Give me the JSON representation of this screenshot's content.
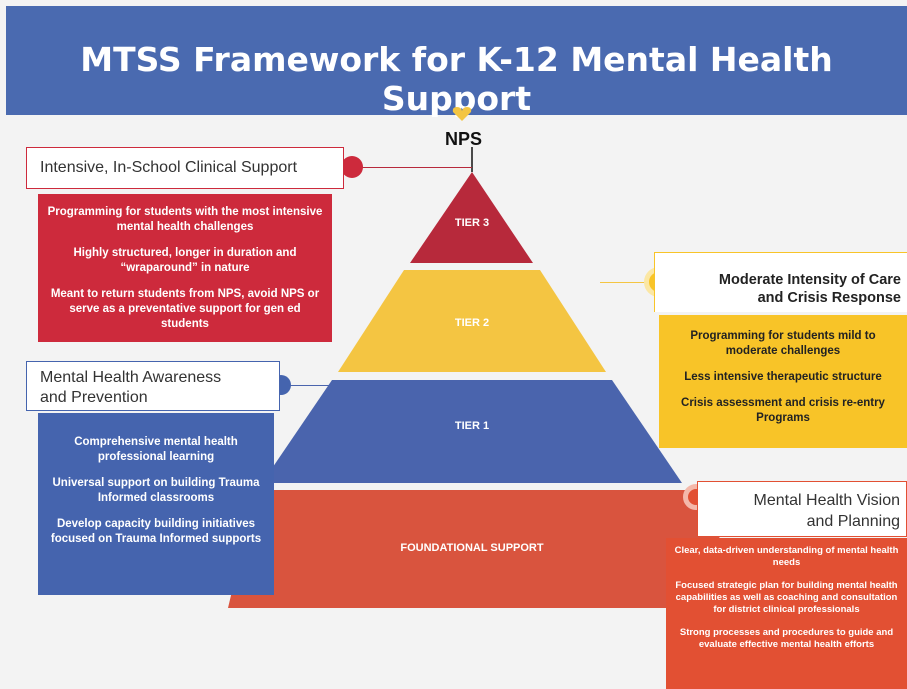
{
  "header": {
    "title": "MTSS Framework for K-12 Mental Health Support"
  },
  "apex": {
    "label": "NPS"
  },
  "tiers": [
    {
      "label": "TIER 3",
      "color": "#b7293b"
    },
    {
      "label": "TIER 2",
      "color": "#f4c542"
    },
    {
      "label": "TIER 1",
      "color": "#4a64ad"
    },
    {
      "label": "FOUNDATIONAL SUPPORT",
      "color": "#d9543e"
    }
  ],
  "tier3_callout": {
    "title": "Intensive, In-School Clinical Support",
    "color": "#cd2a3c",
    "items": [
      "Programming for students with the most intensive mental health challenges",
      "Highly structured, longer in duration and “wraparound” in nature",
      "Meant to return students from NPS, avoid NPS or serve as a preventative support for gen ed students"
    ]
  },
  "tier2_callout": {
    "title_line1": "Moderate Intensity of Care",
    "title_line2": "and Crisis Response",
    "color": "#f8c428",
    "items": [
      "Programming for students mild to moderate challenges",
      "Less intensive therapeutic structure",
      "Crisis assessment and crisis re-entry Programs"
    ]
  },
  "tier1_callout": {
    "title_line1": "Mental Health Awareness",
    "title_line2": "and Prevention",
    "color": "#4564ae",
    "items": [
      "Comprehensive mental health professional learning",
      "Universal support on building Trauma Informed classrooms",
      "Develop capacity building initiatives focused on Trauma Informed supports"
    ]
  },
  "foundation_callout": {
    "title_line1": "Mental Health Vision",
    "title_line2": "and Planning",
    "color": "#e25033",
    "items": [
      "Clear, data-driven understanding of mental health needs",
      "Focused strategic plan for building mental health capabilities as well as coaching and consultation for district clinical professionals",
      "Strong processes and procedures to guide and evaluate effective mental health efforts"
    ]
  }
}
